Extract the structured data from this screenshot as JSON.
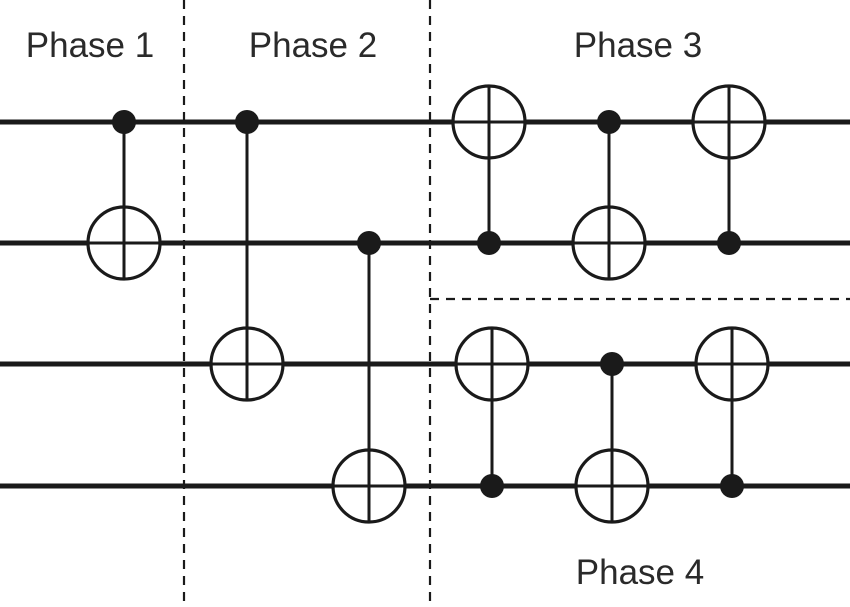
{
  "phases": [
    {
      "id": "phase-1",
      "label": "Phase 1"
    },
    {
      "id": "phase-2",
      "label": "Phase 2"
    },
    {
      "id": "phase-3",
      "label": "Phase 3"
    },
    {
      "id": "phase-4",
      "label": "Phase 4"
    }
  ],
  "qubit_count": 4,
  "gates": [
    {
      "phase": "Phase 1",
      "type": "CNOT",
      "control": 1,
      "target": 2
    },
    {
      "phase": "Phase 2",
      "type": "CNOT",
      "control": 1,
      "target": 3
    },
    {
      "phase": "Phase 2",
      "type": "CNOT",
      "control": 2,
      "target": 4
    },
    {
      "phase": "Phase 3",
      "type": "CNOT",
      "control": 2,
      "target": 1
    },
    {
      "phase": "Phase 3",
      "type": "CNOT",
      "control": 1,
      "target": 2
    },
    {
      "phase": "Phase 3",
      "type": "CNOT",
      "control": 2,
      "target": 1
    },
    {
      "phase": "Phase 4",
      "type": "CNOT",
      "control": 4,
      "target": 3
    },
    {
      "phase": "Phase 4",
      "type": "CNOT",
      "control": 3,
      "target": 4
    },
    {
      "phase": "Phase 4",
      "type": "CNOT",
      "control": 4,
      "target": 3
    }
  ],
  "colors": {
    "ink": "#1a1a1a",
    "background": "#ffffff"
  }
}
